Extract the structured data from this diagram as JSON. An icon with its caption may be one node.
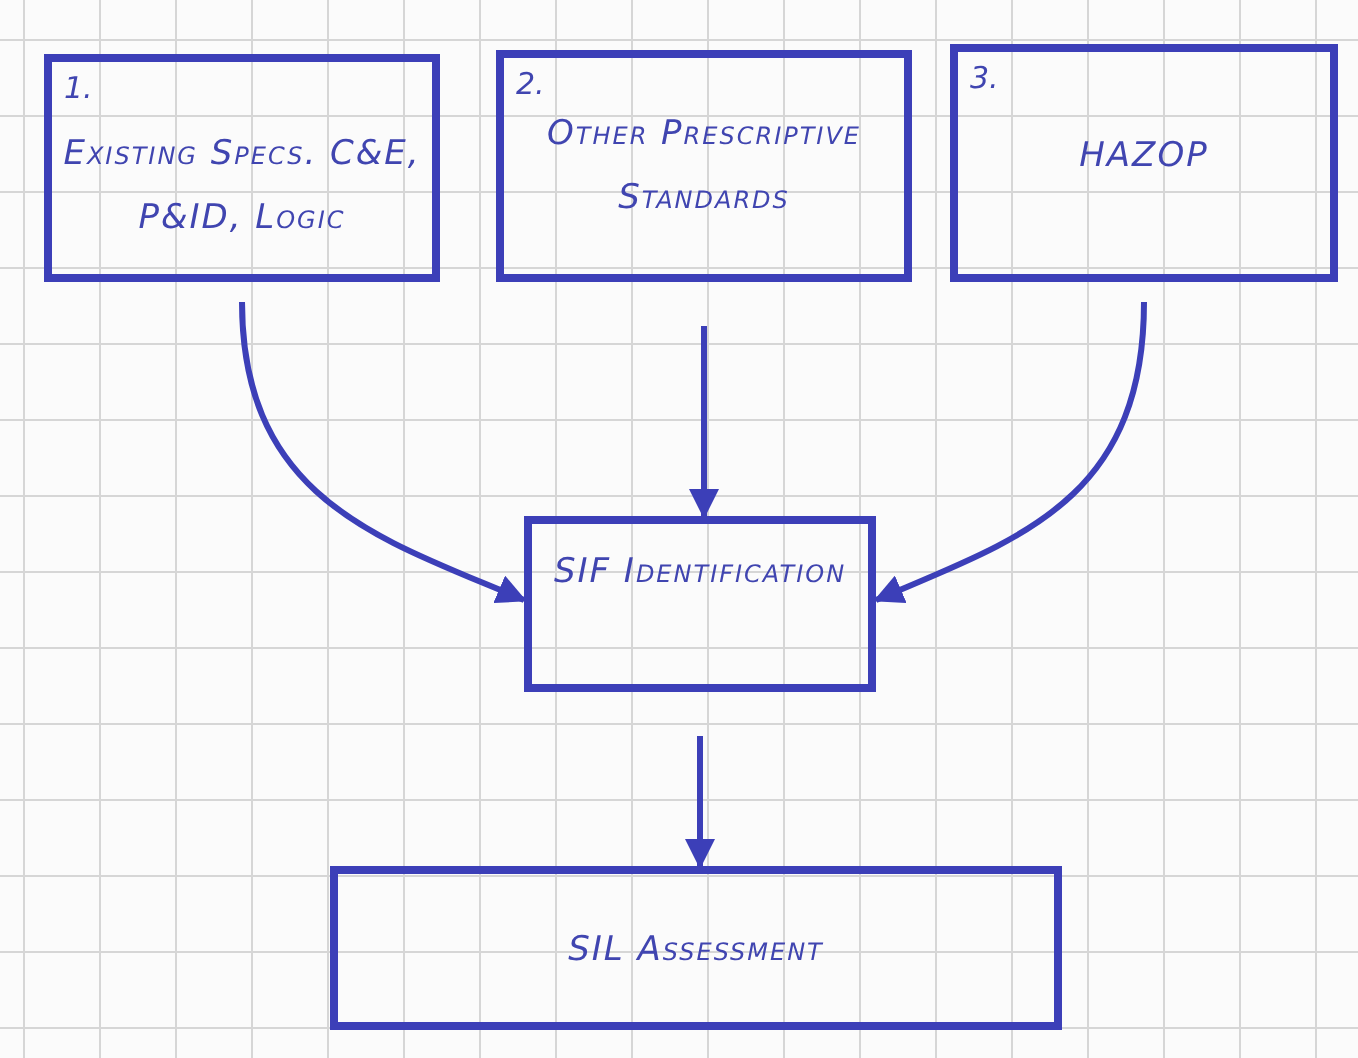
{
  "diagram": {
    "nodes": [
      {
        "text": [
          "1.",
          "Existing Specs. C&E, P&ID, Logic"
        ]
      },
      {
        "text": [
          "2.",
          "Other Prescriptive Standards"
        ]
      },
      {
        "text": [
          "3.",
          "HAZOP"
        ]
      },
      {
        "text": [
          "SIF Identification"
        ]
      },
      {
        "text": [
          "SIL Assessment"
        ]
      }
    ],
    "edges": [
      {
        "from": 0,
        "to": 3,
        "arrow": "to"
      },
      {
        "from": 1,
        "to": 3,
        "arrow": "to"
      },
      {
        "from": 2,
        "to": 3,
        "arrow": "to"
      },
      {
        "from": 3,
        "to": 4,
        "arrow": "to"
      }
    ]
  }
}
